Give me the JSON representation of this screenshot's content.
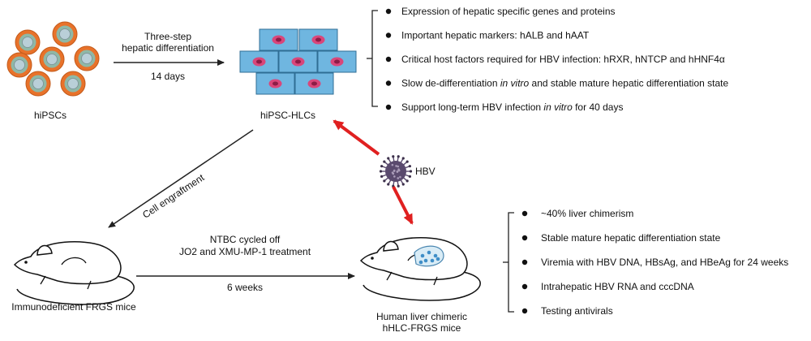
{
  "top_left": {
    "cells_label": "hiPSCs",
    "arrow_label_line1": "Three-step",
    "arrow_label_line2": "hepatic differentiation",
    "arrow_duration": "14 days"
  },
  "hlc": {
    "label": "hiPSC-HLCs"
  },
  "hlc_features": [
    [
      {
        "t": "Expression of hepatic specific genes and proteins",
        "i": false
      }
    ],
    [
      {
        "t": "Important hepatic markers: hALB and hAAT",
        "i": false
      }
    ],
    [
      {
        "t": "Critical host factors required for HBV infection: hRXR, hNTCP and hHNF4α",
        "i": false
      }
    ],
    [
      {
        "t": "Slow de-differentiation ",
        "i": false
      },
      {
        "t": "in vitro",
        "i": true
      },
      {
        "t": " and stable mature hepatic differentiation state",
        "i": false
      }
    ],
    [
      {
        "t": "Support long-term HBV infection ",
        "i": false
      },
      {
        "t": "in vitro",
        "i": true
      },
      {
        "t": " for 40 days",
        "i": false
      }
    ]
  ],
  "virus": {
    "label": "HBV"
  },
  "engraft_label": "Cell engraftment",
  "bottom_left": {
    "mouse_label": "Immunodeficient FRGS mice",
    "arrow_label_line1": "NTBC cycled off",
    "arrow_label_line2": "JO2 and XMU-MP-1 treatment",
    "arrow_duration": "6 weeks"
  },
  "chimeric": {
    "label_line1": "Human liver chimeric",
    "label_line2": "hHLC-FRGS mice"
  },
  "chimeric_features": [
    "~40% liver chimerism",
    "Stable mature hepatic differentiation state",
    "Viremia with HBV DNA, HBsAg, and HBeAg for 24 weeks",
    "Intrahepatic HBV RNA and cccDNA",
    "Testing antivirals"
  ],
  "colors": {
    "stem_cell_outer": "#e8722a",
    "stem_cell_inner": "#8fb8a6",
    "hlc_cell": "#6fb6e0",
    "hlc_nucleus": "#d9467a",
    "red_arrow": "#e02020",
    "virus": "#5a4a6e"
  }
}
